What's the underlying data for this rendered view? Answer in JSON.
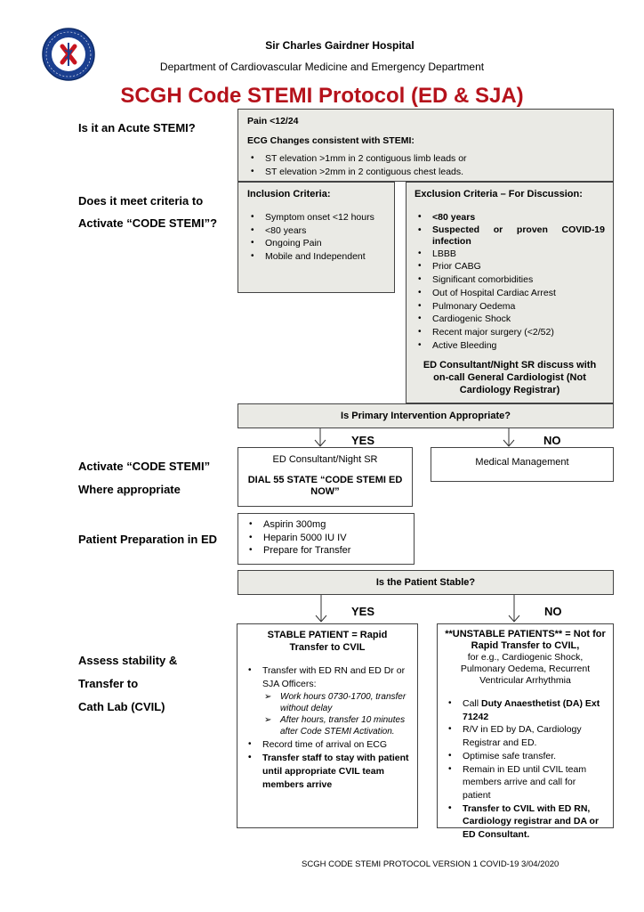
{
  "header": {
    "hospital_name": "Sir Charles Gairdner Hospital",
    "department": "Department of Cardiovascular Medicine and Emergency Department",
    "title": "SCGH Code STEMI Protocol (ED & SJA)",
    "logo_text": "SIR CHARLES GAIRDNER HOSPITAL",
    "title_color": "#b5121b"
  },
  "left_labels": {
    "acute_stemi": "Is it an Acute STEMI?",
    "meet_criteria_1": "Does it meet criteria to",
    "meet_criteria_2": "Activate “CODE STEMI”?",
    "activate_1": "Activate “CODE STEMI”",
    "activate_2": "Where appropriate",
    "preparation": "Patient Preparation in ED",
    "assess_1": "Assess stability &",
    "assess_2": "Transfer to",
    "assess_3": "Cath Lab (CVIL)"
  },
  "stemi_box": {
    "pain": "Pain <12/24",
    "ecg_heading": "ECG Changes consistent with STEMI:",
    "items": [
      "ST elevation >1mm in 2 contiguous limb leads or",
      "ST elevation >2mm in 2 contiguous chest leads."
    ]
  },
  "inclusion": {
    "heading": "Inclusion Criteria:",
    "items": [
      "Symptom onset <12 hours",
      "<80 years",
      "Ongoing Pain",
      "Mobile and Independent"
    ]
  },
  "exclusion": {
    "heading": "Exclusion Criteria – For Discussion:",
    "bold_items": [
      "<80 years",
      "Suspected or proven COVID-19 infection"
    ],
    "items": [
      "LBBB",
      "Prior CABG",
      "Significant comorbidities",
      "Out of Hospital Cardiac Arrest",
      "Pulmonary Oedema",
      "Cardiogenic Shock",
      "Recent major surgery (<2/52)",
      "Active Bleeding"
    ],
    "footer": "ED Consultant/Night SR discuss with on-call General Cardiologist (Not Cardiology Registrar)"
  },
  "primary_intervention": {
    "question": "Is Primary Intervention Appropriate?",
    "yes": "YES",
    "no": "NO"
  },
  "activate_box": {
    "line1": "ED Consultant/Night SR",
    "line2": "DIAL 55 STATE “CODE STEMI ED NOW”"
  },
  "medical_management": "Medical Management",
  "preparation_box": {
    "items": [
      "Aspirin 300mg",
      "Heparin 5000 IU IV",
      "Prepare for Transfer"
    ]
  },
  "stability": {
    "question": "Is the Patient Stable?",
    "yes": "YES",
    "no": "NO"
  },
  "stable_box": {
    "heading": "STABLE PATIENT = Rapid Transfer to CVIL",
    "item1": "Transfer with ED RN and ED Dr or SJA Officers:",
    "sub_items": [
      "Work hours 0730-1700, transfer without delay",
      "After hours, transfer 10 minutes after Code STEMI Activation."
    ],
    "item2": "Record time of arrival on ECG",
    "item3": "Transfer staff to stay with patient until appropriate CVIL team members arrive"
  },
  "unstable_box": {
    "heading": "**UNSTABLE PATIENTS** = Not for Rapid Transfer to CVIL,",
    "subheading": "for e.g., Cardiogenic Shock, Pulmonary Oedema, Recurrent Ventricular Arrhythmia",
    "item1_prefix": "Call ",
    "item1_bold": "Duty Anaesthetist (DA) Ext 71242",
    "items": [
      "R/V in ED by DA, Cardiology Registrar and ED.",
      "Optimise safe transfer.",
      "Remain in ED until CVIL team members arrive and call for patient"
    ],
    "item_last": "Transfer to CVIL with ED RN, Cardiology registrar and DA or ED Consultant."
  },
  "footer": "SCGH CODE STEMI PROTOCOL VERSION 1 COVID-19 3/04/2020"
}
